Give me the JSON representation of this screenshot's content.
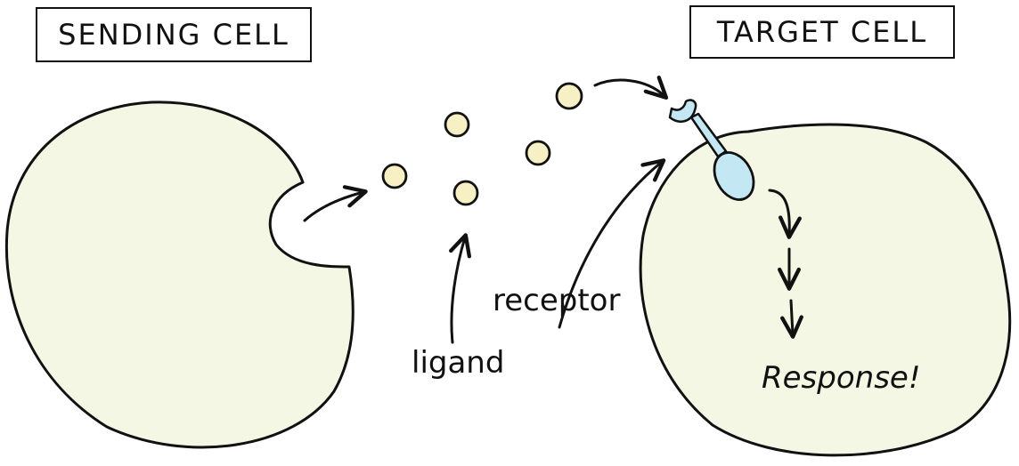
{
  "titles": {
    "sending_cell": "SENDING CELL",
    "target_cell": "TARGET CELL"
  },
  "labels": {
    "ligand": "ligand",
    "receptor": "receptor",
    "response": "Response!"
  },
  "colors": {
    "cell_fill": "#f3f7e4",
    "ligand_fill": "#f7f0c4",
    "receptor_fill": "#c3e7f3",
    "outline": "#111111"
  }
}
